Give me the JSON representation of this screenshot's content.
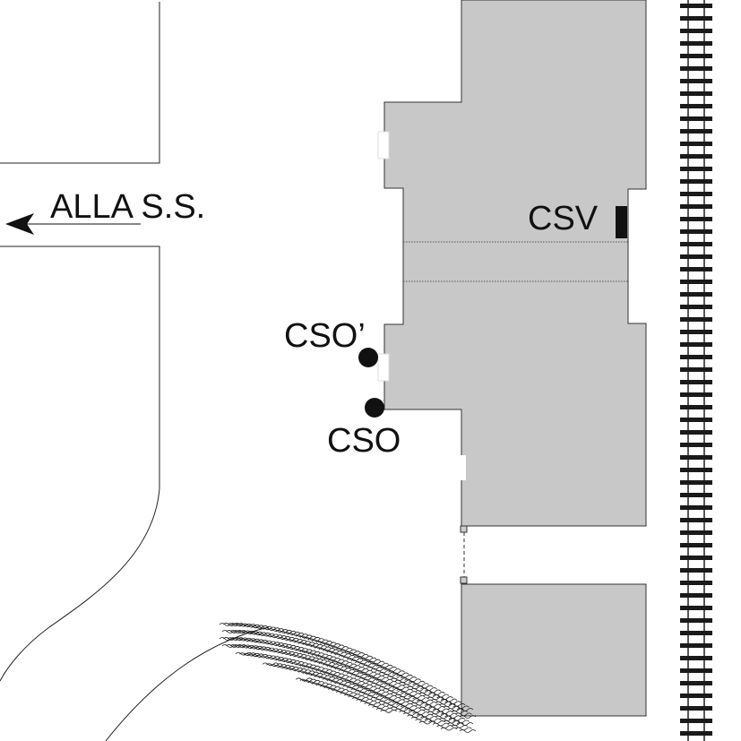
{
  "map": {
    "direction_label": "ALLA S.S.",
    "markers": {
      "csv": "CSV",
      "cso_prime": "CSO’",
      "cso": "CSO"
    },
    "colors": {
      "building": "#c8c8c8",
      "outline": "#333333",
      "marker": "#111111",
      "background": "#ffffff"
    },
    "icons": {
      "direction_arrow": "arrow-left-icon",
      "railway": "railway-track",
      "vegetation": "hedge-hatching"
    }
  }
}
